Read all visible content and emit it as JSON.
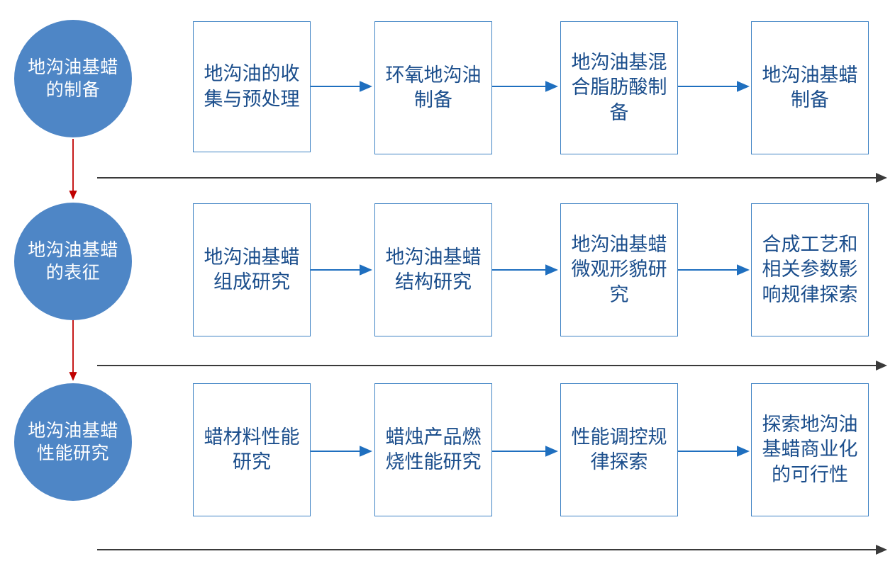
{
  "diagram": {
    "title": "",
    "colors": {
      "circle_fill": "#4e86c6",
      "circle_text": "#ffffff",
      "box_border": "#3f83c4",
      "box_text": "#1b4e8c",
      "box_arrow": "#1f6fbf",
      "stage_arrow": "#c00000",
      "timeline_arrow": "#3a3a3a"
    },
    "stages": [
      {
        "id": "stage-1",
        "label": "地沟油基蜡的制备"
      },
      {
        "id": "stage-2",
        "label": "地沟油基蜡的表征"
      },
      {
        "id": "stage-3",
        "label": "地沟油基蜡性能研究"
      }
    ],
    "rows": [
      {
        "id": "row-1",
        "steps": [
          {
            "id": "r1-s1",
            "label": "地沟油的收集与预处理"
          },
          {
            "id": "r1-s2",
            "label": "环氧地沟油制备"
          },
          {
            "id": "r1-s3",
            "label": "地沟油基混合脂肪酸制备"
          },
          {
            "id": "r1-s4",
            "label": "地沟油基蜡制备"
          }
        ]
      },
      {
        "id": "row-2",
        "steps": [
          {
            "id": "r2-s1",
            "label": "地沟油基蜡组成研究"
          },
          {
            "id": "r2-s2",
            "label": "地沟油基蜡结构研究"
          },
          {
            "id": "r2-s3",
            "label": "地沟油基蜡微观形貌研究"
          },
          {
            "id": "r2-s4",
            "label": "合成工艺和相关参数影响规律探索"
          }
        ]
      },
      {
        "id": "row-3",
        "steps": [
          {
            "id": "r3-s1",
            "label": "蜡材料性能研究"
          },
          {
            "id": "r3-s2",
            "label": "蜡烛产品燃烧性能研究"
          },
          {
            "id": "r3-s3",
            "label": "性能调控规律探索"
          },
          {
            "id": "r3-s4",
            "label": "探索地沟油基蜡商业化的可行性"
          }
        ]
      }
    ],
    "connectors": {
      "stage_arrow_count": 2,
      "timeline_arrow_count": 3,
      "step_arrow_count": 9
    }
  }
}
